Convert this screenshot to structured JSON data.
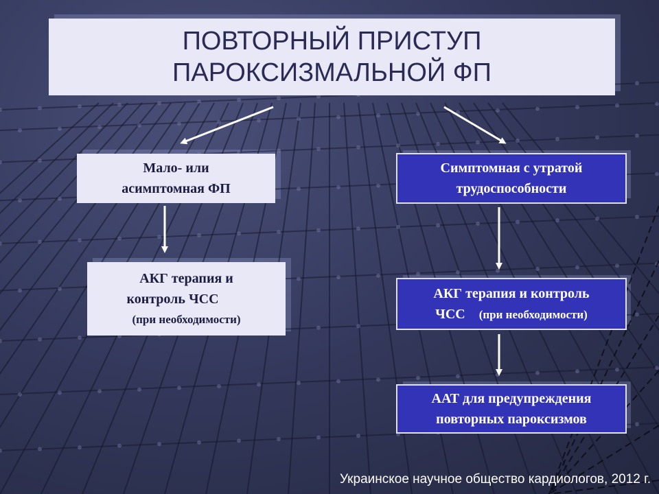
{
  "title": {
    "line1": "ПОВТОРНЫЙ ПРИСТУП",
    "line2": "ПАРОКСИЗМАЛЬНОЙ ФП"
  },
  "left_branch": {
    "box1": {
      "line1": "Мало- или",
      "line2": "асимптомная ФП"
    },
    "box2": {
      "line1": "АКГ терапия и",
      "line2": "контроль ЧСС",
      "line3": "(при необходимости)"
    }
  },
  "right_branch": {
    "box1": {
      "line1": "Симптомная с утратой",
      "line2": "трудоспособности"
    },
    "box2": {
      "line1": "АКГ терапия и контроль",
      "line2a": "ЧСС",
      "line2b": "(при необходимости)"
    },
    "box3": {
      "line1": "ААТ для предупреждения",
      "line2": "повторных пароксизмов"
    }
  },
  "footer": "Украинское научное общество кардиологов, 2012 г.",
  "colors": {
    "background": "#353a5e",
    "light_box": "#e9e8f7",
    "blue_box": "#3333b8",
    "arrow": "#ffffff"
  }
}
